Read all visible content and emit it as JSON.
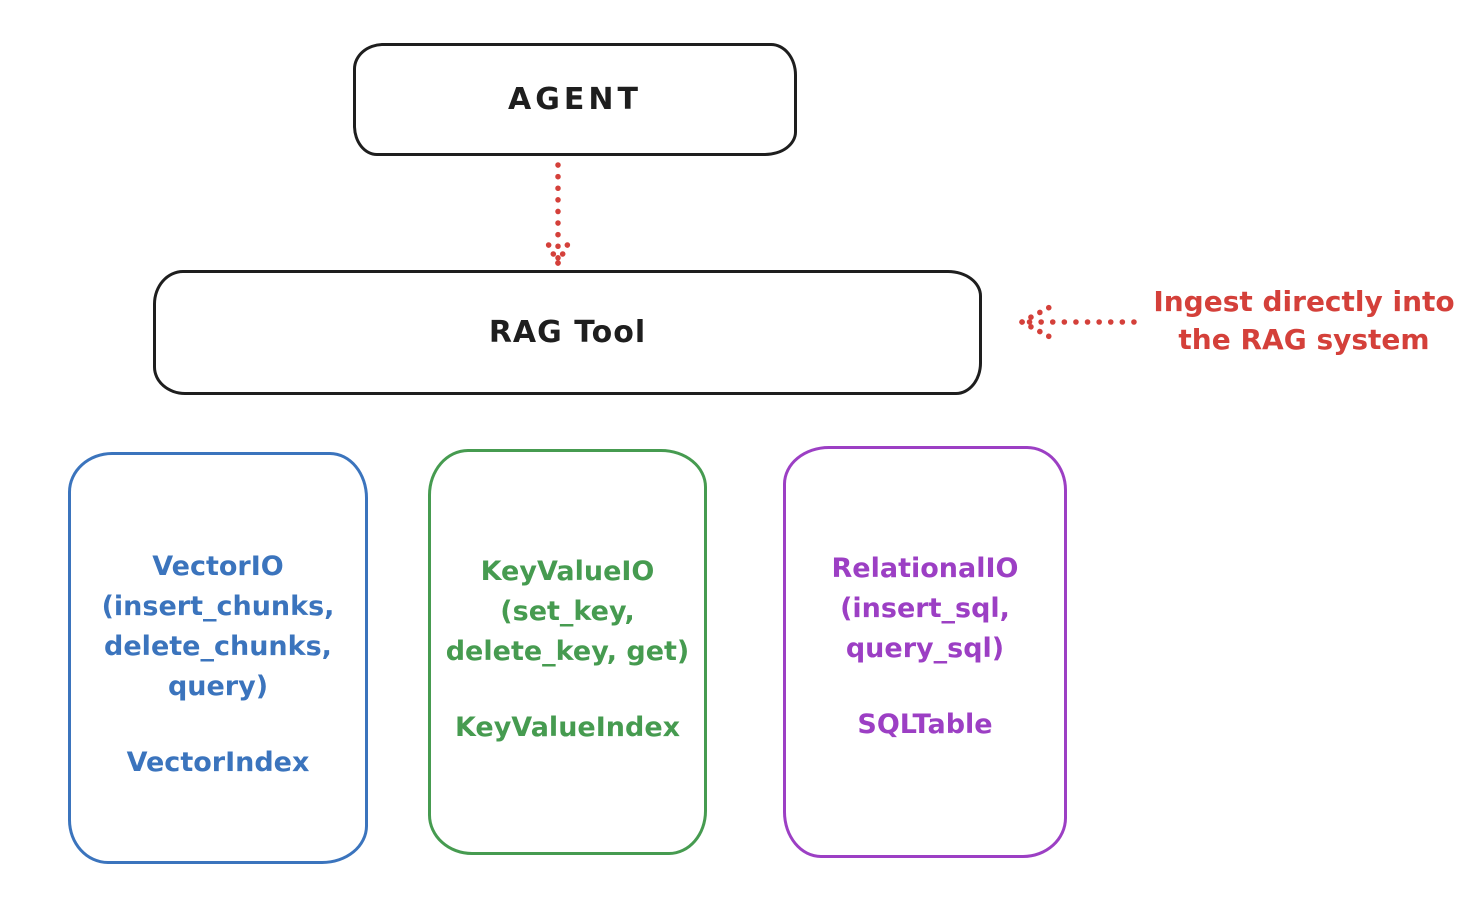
{
  "colors": {
    "stroke_black": "#1e1e1e",
    "accent_red": "#d4403a",
    "vector_blue": "#3b74bd",
    "keyvalue_green": "#469b50",
    "relational_purple": "#9c3fc4"
  },
  "agent": {
    "label": "AGENT"
  },
  "rag_tool": {
    "label": "RAG Tool"
  },
  "annotation": {
    "line1": "Ingest directly into",
    "line2": "the RAG system"
  },
  "backends": [
    {
      "name": "vector-io",
      "io_line1": "VectorIO",
      "io_line2": "(insert_chunks,",
      "io_line3": "delete_chunks,",
      "io_line4": "query)",
      "index_label": "VectorIndex"
    },
    {
      "name": "keyvalue-io",
      "io_line1": "KeyValueIO",
      "io_line2": "(set_key,",
      "io_line3": "delete_key, get)",
      "index_label": "KeyValueIndex"
    },
    {
      "name": "relational-io",
      "io_line1": "RelationalIO",
      "io_line2": "(insert_sql,",
      "io_line3": "query_sql)",
      "index_label": "SQLTable"
    }
  ]
}
